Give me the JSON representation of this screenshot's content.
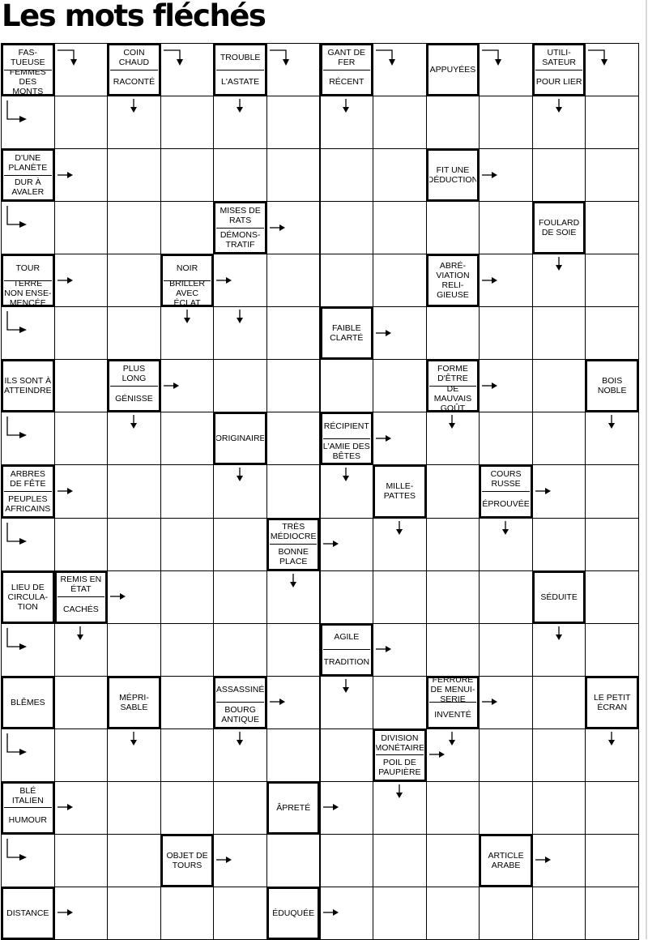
{
  "title": "Les mots fléchés",
  "grid": {
    "rows": 17,
    "cols": 12
  },
  "clues": [
    {
      "r": 0,
      "c": 0,
      "parts": [
        "FAS-TUEUSE",
        "FEMMES DES MONTS"
      ],
      "arrows": [
        "rd",
        "dr"
      ]
    },
    {
      "r": 0,
      "c": 2,
      "parts": [
        "COIN CHAUD",
        "RACONTÉ"
      ],
      "arrows": [
        "rd",
        "d"
      ]
    },
    {
      "r": 0,
      "c": 4,
      "parts": [
        "TROUBLE",
        "L'ASTATE"
      ],
      "arrows": [
        "rd",
        "d"
      ]
    },
    {
      "r": 0,
      "c": 6,
      "parts": [
        "GANT DE FER",
        "RÉCENT"
      ],
      "arrows": [
        "rd",
        "d"
      ]
    },
    {
      "r": 0,
      "c": 8,
      "parts": [
        "APPUYÉES"
      ],
      "arrows": [
        "rd"
      ]
    },
    {
      "r": 0,
      "c": 10,
      "parts": [
        "UTILI-SATEUR",
        "POUR LIER"
      ],
      "arrows": [
        "rd",
        "d"
      ]
    },
    {
      "r": 2,
      "c": 0,
      "parts": [
        "D'UNE PLANÈTE",
        "DUR À AVALER"
      ],
      "arrows": [
        "r",
        "dr"
      ]
    },
    {
      "r": 2,
      "c": 8,
      "parts": [
        "FIT UNE DÉDUCTION"
      ],
      "arrows": [
        "r"
      ]
    },
    {
      "r": 3,
      "c": 4,
      "parts": [
        "MISES DE RATS",
        "DÉMONS-TRATIF"
      ],
      "arrows": [
        "r"
      ]
    },
    {
      "r": 3,
      "c": 10,
      "parts": [
        "FOULARD DE SOIE"
      ],
      "arrows": [
        "d"
      ]
    },
    {
      "r": 4,
      "c": 0,
      "parts": [
        "TOUR",
        "TERRE NON ENSE-MENCÉE"
      ],
      "arrows": [
        "r",
        "dr"
      ]
    },
    {
      "r": 4,
      "c": 3,
      "parts": [
        "NOIR",
        "BRILLER AVEC ÉCLAT"
      ],
      "arrows": [
        "r",
        "d"
      ]
    },
    {
      "r": 4,
      "c": 4,
      "parts": [],
      "arrows": [
        "d"
      ]
    },
    {
      "r": 4,
      "c": 8,
      "parts": [
        "ABRÉ-VIATION RELI-GIEUSE"
      ],
      "arrows": [
        "r"
      ]
    },
    {
      "r": 5,
      "c": 6,
      "parts": [
        "FAIBLE CLARTÉ"
      ],
      "arrows": [
        "r"
      ]
    },
    {
      "r": 6,
      "c": 0,
      "parts": [
        "ILS SONT À ATTEINDRE"
      ],
      "arrows": [
        "dr"
      ]
    },
    {
      "r": 6,
      "c": 2,
      "parts": [
        "PLUS LONG",
        "GÉNISSE"
      ],
      "arrows": [
        "r",
        "d"
      ]
    },
    {
      "r": 6,
      "c": 8,
      "parts": [
        "FORME D'ÊTRE",
        "DE MAUVAIS GOÛT"
      ],
      "arrows": [
        "r",
        "d"
      ]
    },
    {
      "r": 6,
      "c": 11,
      "parts": [
        "BOIS NOBLE"
      ],
      "arrows": [
        "d"
      ]
    },
    {
      "r": 7,
      "c": 4,
      "parts": [
        "ORIGINAIRE"
      ],
      "arrows": [
        "d"
      ]
    },
    {
      "r": 7,
      "c": 6,
      "parts": [
        "RÉCIPIENT",
        "L'AMIE DES BÊTES"
      ],
      "arrows": [
        "r",
        "d"
      ]
    },
    {
      "r": 8,
      "c": 0,
      "parts": [
        "ARBRES DE FÊTE",
        "PEUPLES AFRICAINS"
      ],
      "arrows": [
        "r",
        "dr"
      ]
    },
    {
      "r": 8,
      "c": 7,
      "parts": [
        "MILLE-PATTES"
      ],
      "arrows": [
        "d"
      ]
    },
    {
      "r": 8,
      "c": 9,
      "parts": [
        "COURS RUSSE",
        "ÉPROUVÉE"
      ],
      "arrows": [
        "r",
        "d"
      ]
    },
    {
      "r": 9,
      "c": 5,
      "parts": [
        "TRÈS MÉDIOCRE",
        "BONNE PLACE"
      ],
      "arrows": [
        "r",
        "d"
      ]
    },
    {
      "r": 10,
      "c": 0,
      "parts": [
        "LIEU DE CIRCULA-TION"
      ],
      "arrows": [
        "dr"
      ]
    },
    {
      "r": 10,
      "c": 1,
      "parts": [
        "REMIS EN ÉTAT",
        "CACHÉS"
      ],
      "arrows": [
        "r",
        "d"
      ]
    },
    {
      "r": 10,
      "c": 10,
      "parts": [
        "SÉDUITE"
      ],
      "arrows": [
        "d"
      ]
    },
    {
      "r": 11,
      "c": 6,
      "parts": [
        "AGILE",
        "TRADITION"
      ],
      "arrows": [
        "r",
        "d"
      ]
    },
    {
      "r": 12,
      "c": 0,
      "parts": [
        "BLÊMES"
      ],
      "arrows": [
        "dr"
      ]
    },
    {
      "r": 12,
      "c": 2,
      "parts": [
        "MÉPRI-SABLE"
      ],
      "arrows": [
        "d"
      ]
    },
    {
      "r": 12,
      "c": 4,
      "parts": [
        "ASSASSINÉ",
        "BOURG ANTIQUE"
      ],
      "arrows": [
        "r",
        "d"
      ]
    },
    {
      "r": 12,
      "c": 8,
      "parts": [
        "FERRURE DE MENUI-SERIE",
        "INVENTÉ"
      ],
      "arrows": [
        "r",
        "d"
      ]
    },
    {
      "r": 12,
      "c": 11,
      "parts": [
        "LE PETIT ÉCRAN"
      ],
      "arrows": [
        "d"
      ]
    },
    {
      "r": 13,
      "c": 7,
      "parts": [
        "DIVISION MONÉTAIRE",
        "POIL DE PAUPIÈRE"
      ],
      "arrows": [
        "r",
        "d"
      ]
    },
    {
      "r": 14,
      "c": 0,
      "parts": [
        "BLÉ ITALIEN",
        "HUMOUR"
      ],
      "arrows": [
        "r",
        "dr"
      ]
    },
    {
      "r": 14,
      "c": 5,
      "parts": [
        "ÂPRETÉ"
      ],
      "arrows": [
        "r"
      ]
    },
    {
      "r": 15,
      "c": 3,
      "parts": [
        "OBJET DE TOURS"
      ],
      "arrows": [
        "r"
      ]
    },
    {
      "r": 15,
      "c": 9,
      "parts": [
        "ARTICLE ARABE"
      ],
      "arrows": [
        "r"
      ]
    },
    {
      "r": 16,
      "c": 0,
      "parts": [
        "DISTANCE"
      ],
      "arrows": [
        "r"
      ]
    },
    {
      "r": 16,
      "c": 5,
      "parts": [
        "ÉDUQUÉE"
      ],
      "arrows": [
        "r"
      ]
    }
  ]
}
